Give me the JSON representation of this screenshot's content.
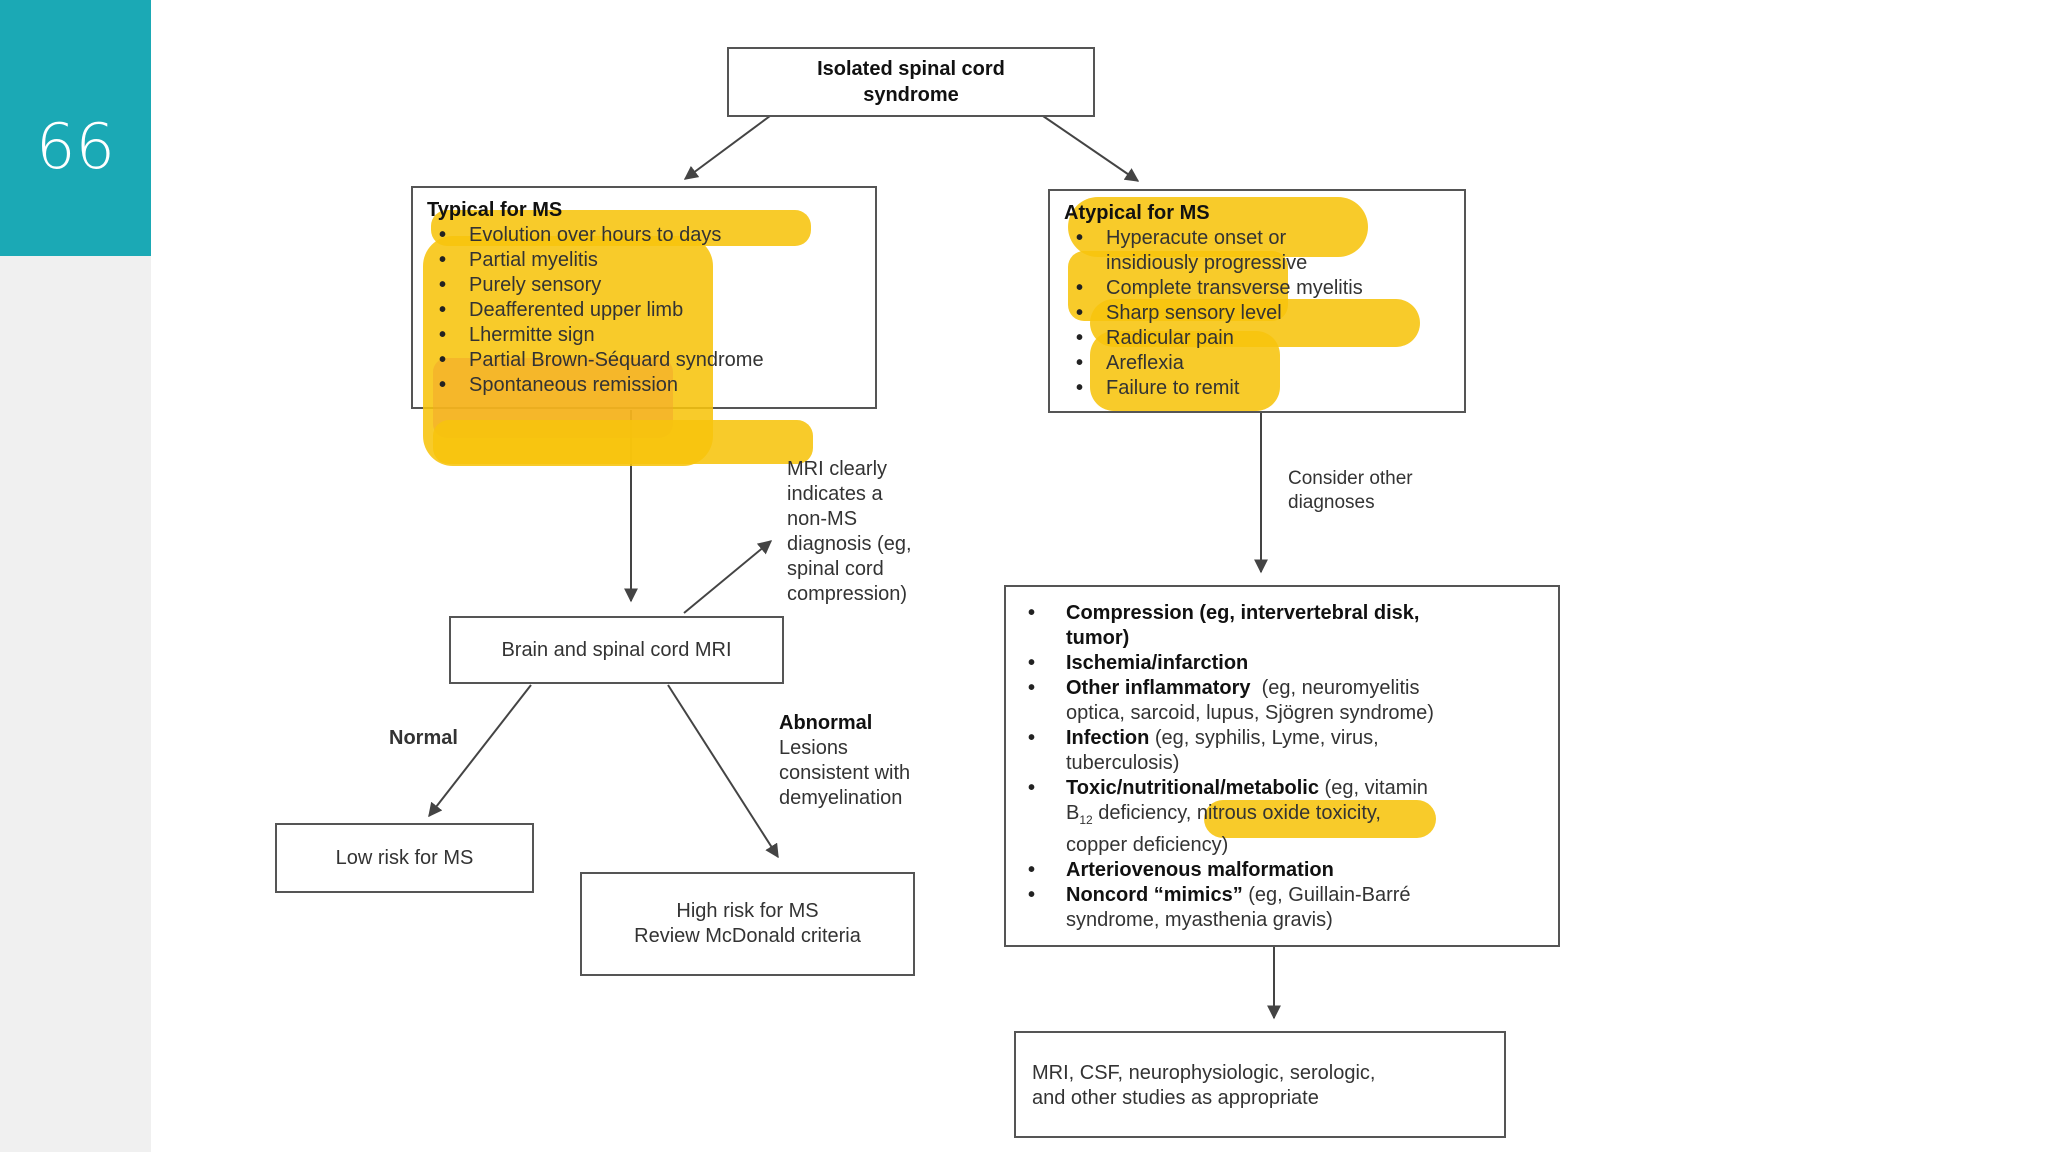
{
  "slide": {
    "number": "66"
  },
  "diagram": {
    "root": {
      "title": "Isolated spinal cord syndrome"
    },
    "typical": {
      "title": "Typical for MS",
      "items": [
        "Evolution over hours to days",
        "Partial myelitis",
        "Purely sensory",
        "Deafferented upper limb",
        "Lhermitte sign",
        "Partial Brown-Séquard syndrome",
        "Spontaneous remission"
      ]
    },
    "atypical": {
      "title": "Atypical for MS",
      "items": [
        "Hyperacute onset or",
        "insidiously progressive",
        "Complete transverse myelitis",
        "Sharp sensory level",
        "Radicular pain",
        "Areflexia",
        "Failure to remit"
      ]
    },
    "mri_note": [
      "MRI clearly",
      "indicates a",
      "non-MS",
      "diagnosis (eg,",
      "spinal cord",
      "compression)"
    ],
    "consider_label": [
      "Consider other",
      "diagnoses"
    ],
    "mri_box": "Brain and spinal cord MRI",
    "normal_label": "Normal",
    "abnormal": {
      "title": "Abnormal",
      "lines": [
        "Lesions",
        "consistent with",
        "demyelination"
      ]
    },
    "low_risk": "Low risk for MS",
    "high_risk": [
      "High risk for MS",
      "Review McDonald criteria"
    ],
    "differentials": {
      "compression": {
        "bold": "Compression",
        "rest": " (eg, intervertebral disk,",
        "line2": "tumor)"
      },
      "ischemia": {
        "bold": "Ischemia/infarction"
      },
      "inflammatory": {
        "bold": "Other inflammatory",
        "rest": "  (eg, neuromyelitis",
        "line2": "optica, sarcoid, lupus, Sjögren syndrome)"
      },
      "infection": {
        "bold": "Infection",
        "rest": " (eg, syphilis, Lyme, virus,",
        "line2": "tuberculosis)"
      },
      "toxic": {
        "bold": "Toxic/nutritional/metabolic",
        "rest": " (eg, vitamin",
        "b": "B",
        "b_sub": "12",
        "line2_rest": " deficiency, nitrous oxide toxicity,",
        "line3": "copper deficiency)"
      },
      "avm": {
        "bold": "Arteriovenous malformation"
      },
      "mimics": {
        "bold": "Noncord “mimics”",
        "rest": " (eg, Guillain-Barré",
        "line2": "syndrome, myasthenia gravis)"
      }
    },
    "studies": [
      "MRI, CSF, neurophysiologic, serologic,",
      "and other studies as appropriate"
    ]
  },
  "colors": {
    "accent": "#1ba9b5",
    "highlight": "#f7c40c",
    "highlight_orange": "#f3a82a"
  }
}
